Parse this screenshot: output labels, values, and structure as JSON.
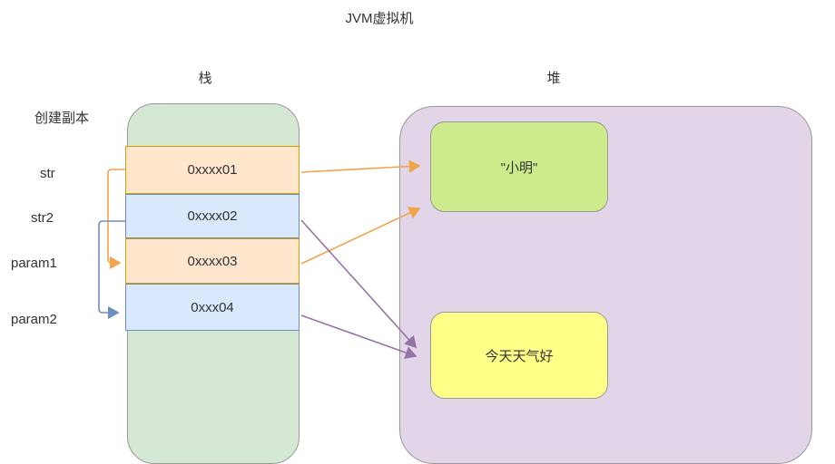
{
  "title": "JVM虚拟机",
  "stack": {
    "label": "栈",
    "copy_label": "创建副本",
    "vars": [
      {
        "name": "str",
        "address": "0xxxx01",
        "color": "orange"
      },
      {
        "name": "str2",
        "address": "0xxxx02",
        "color": "blue"
      },
      {
        "name": "param1",
        "address": "0xxxx03",
        "color": "orange"
      },
      {
        "name": "param2",
        "address": "0xxx04",
        "color": "blue"
      }
    ]
  },
  "heap": {
    "label": "堆",
    "objects": [
      {
        "text": "\"小明\"",
        "color": "green"
      },
      {
        "text": "今天天气好",
        "color": "yellow"
      }
    ]
  },
  "colors": {
    "stack-fill": "#d5e8d4",
    "heap-fill": "#e1d5e7",
    "slot-orange-fill": "#ffe6cc",
    "slot-orange-border": "#d79b00",
    "slot-blue-fill": "#dae8fc",
    "slot-blue-border": "#6c8ebf",
    "obj-green-fill": "#cdeb8b",
    "obj-yellow-fill": "#ffff88",
    "arrow-orange": "#f0a44c",
    "arrow-purple": "#9673a6",
    "arrow-blue": "#6c8ebf",
    "border-gray": "#999999"
  }
}
